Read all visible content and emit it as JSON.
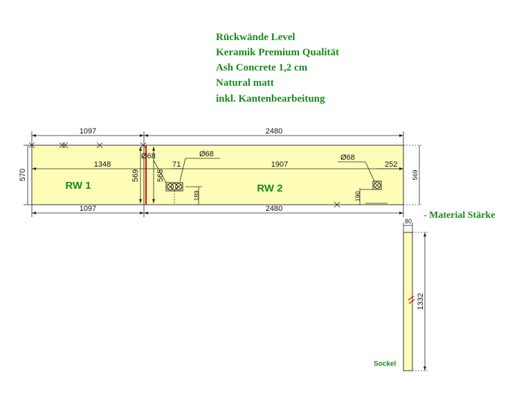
{
  "title_lines": [
    "Rückwände Level",
    "Keramik Premium Qualität",
    "Ash Concrete 1,2 cm",
    "Natural matt",
    "inkl. Kantenbearbeitung"
  ],
  "panels": {
    "rw1_label": "RW 1",
    "rw2_label": "RW 2"
  },
  "dimensions": {
    "top_rw1": "1097",
    "top_rw2": "2480",
    "height_left": "570",
    "inner_1348": "1348",
    "inner_1907": "1907",
    "height_569_mid": "569",
    "height_565": "565",
    "hole_d1": "Ø68",
    "hole_d2": "Ø68",
    "hole_d3": "Ø68",
    "offset_71": "71",
    "offset_252": "252",
    "offset_189": "189",
    "offset_190": "190",
    "height_569_right": "569",
    "bottom_rw1": "1097",
    "bottom_rw2": "2480",
    "sockel_width": "80",
    "sockel_length": "1332"
  },
  "material_label": "- Material Stärke",
  "sockel_label": "Sockel",
  "colors": {
    "panel_fill": "#fdfdb8",
    "text_green": "#1a8a1a",
    "seam_red": "#d01010"
  }
}
